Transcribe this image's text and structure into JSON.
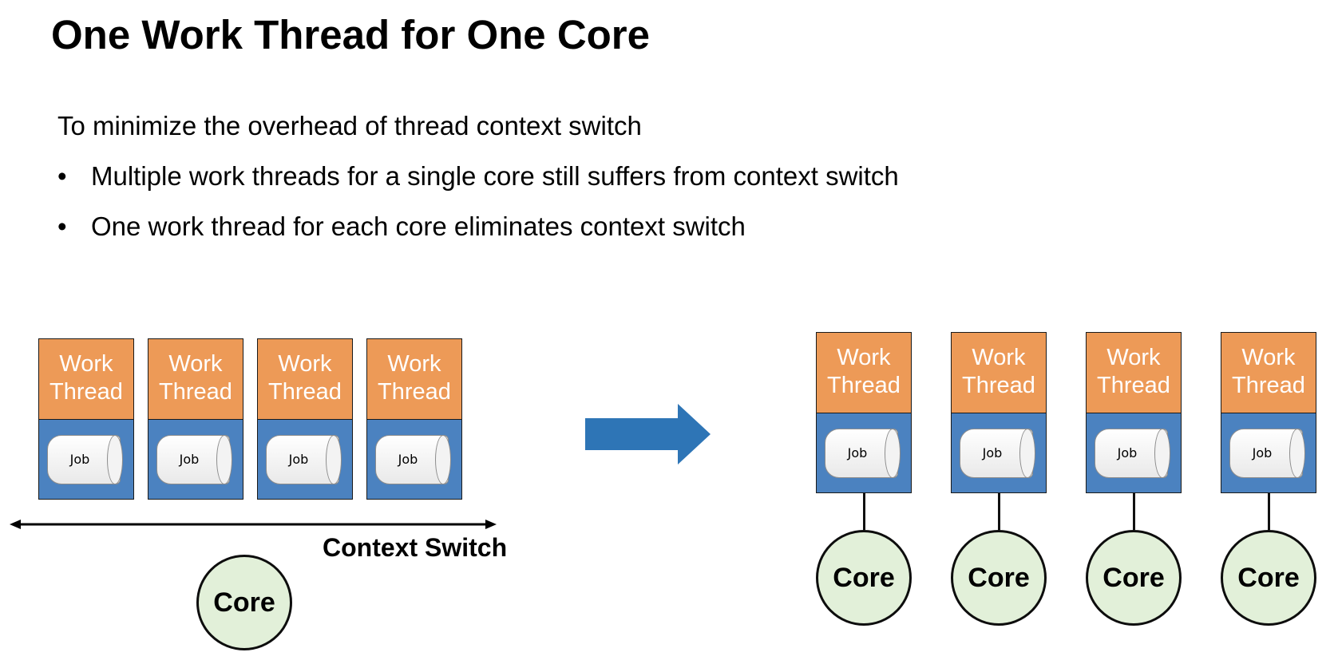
{
  "title": "One Work Thread for One Core",
  "intro": "To minimize the overhead of thread context switch",
  "bullets": [
    "Multiple work threads for a single core still suffers from context switch",
    "One work thread for each core eliminates context switch"
  ],
  "bullet_symbol": "•",
  "thread_label_line1": "Work",
  "thread_label_line2": "Thread",
  "job_label": "Job",
  "core_label": "Core",
  "context_switch_label": "Context Switch",
  "colors": {
    "thread_header": "#ed9a57",
    "thread_body": "#4b82c0",
    "core_fill": "#e2f0d9",
    "arrow": "#2e75b6"
  }
}
